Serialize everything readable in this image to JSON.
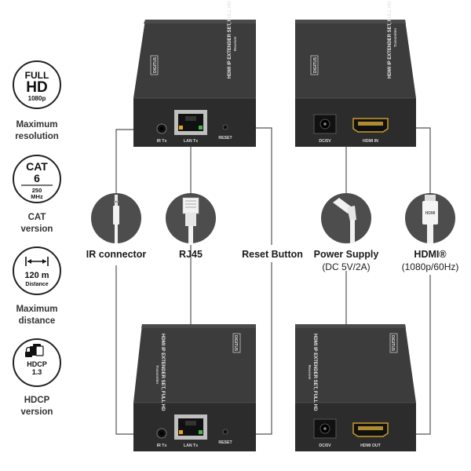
{
  "features": [
    {
      "badge_line1": "FULL",
      "badge_line2": "HD",
      "badge_line3": "1080p",
      "caption_line1": "Maximum",
      "caption_line2": "resolution"
    },
    {
      "badge_line1": "CAT",
      "badge_line2": "6",
      "badge_line3": "250",
      "badge_line4": "MHz",
      "caption_line1": "CAT",
      "caption_line2": "version"
    },
    {
      "badge_line1": "120 m",
      "badge_line2": "Distance",
      "caption_line1": "Maximum",
      "caption_line2": "distance"
    },
    {
      "badge_line1": "HDCP",
      "badge_line2": "1.3",
      "caption_line1": "HDCP",
      "caption_line2": "version"
    }
  ],
  "connectors": {
    "ir": {
      "label": "IR connector"
    },
    "rj45": {
      "label": "RJ45"
    },
    "reset": {
      "label": "Reset Button"
    },
    "power": {
      "label": "Power Supply",
      "sublabel": "(DC 5V/2A)"
    },
    "hdmi": {
      "label": "HDMI®",
      "sublabel": "(1080p/60Hz)",
      "plug_text": "HDMI"
    }
  },
  "devices": {
    "top_left": {
      "brand": "DIGITUS",
      "model": "HDMI IP EXTENDER SET, FULL HD",
      "role": "Receiver",
      "ports": [
        "IR Tx",
        "LAN Tx",
        "RESET"
      ]
    },
    "top_right": {
      "brand": "DIGITUS",
      "model": "HDMI IP EXTENDER SET, FULL HD",
      "role": "Transmitter",
      "ports": [
        "DC/5V",
        "HDMI IN"
      ]
    },
    "bottom_left": {
      "brand": "DIGITUS",
      "model": "HDMI IP EXTENDER SET, FULL HD",
      "role": "Transmitter",
      "ports": [
        "IR Tx",
        "LAN Tx",
        "RESET"
      ]
    },
    "bottom_right": {
      "brand": "DIGITUS",
      "model": "HDMI IP EXTENDER SET, FULL HD",
      "role": "Receiver",
      "ports": [
        "DC/5V",
        "HDMI OUT"
      ]
    }
  },
  "colors": {
    "device_dark": "#3a3a3a",
    "device_front": "#2b2b2b",
    "circle_gray": "#4a4a4a",
    "line": "#555555"
  }
}
